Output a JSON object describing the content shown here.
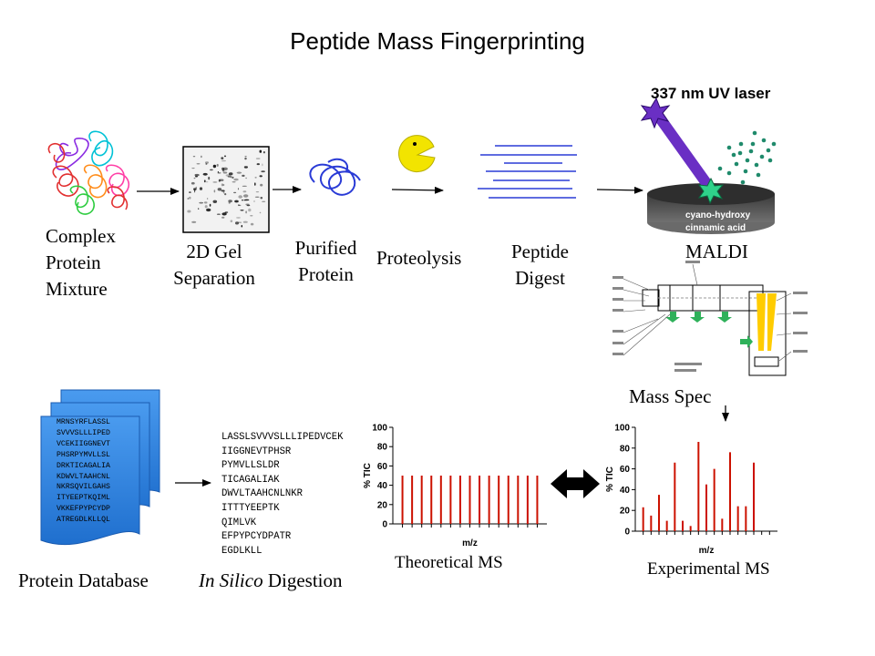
{
  "title": "Peptide Mass Fingerprinting",
  "workflow": {
    "complex": [
      "Complex",
      "Protein",
      "Mixture"
    ],
    "gel": [
      "2D Gel",
      "Separation"
    ],
    "purified": [
      "Purified",
      "Protein"
    ],
    "proteolysis": "Proteolysis",
    "digest": [
      "Peptide",
      "Digest"
    ],
    "maldi": "MALDI",
    "laser": "337 nm UV laser",
    "matrix": "cyano-hydroxy cinnamic acid",
    "mass_spec": "Mass Spec"
  },
  "database": {
    "label": "Protein Database",
    "sequence": [
      "MRNSYRFLASSL",
      "SVVVSLLLIPED",
      "VCEKIIGGNEVT",
      "PHSRPYMVLLSL",
      "DRKTICAGALIA",
      "KDWVLTAAHCNL",
      "NKRSQVILGAHS",
      "ITYEEPTKQIML",
      "VKKEFPYPCYDP",
      "ATREGDLKLLQL"
    ]
  },
  "digestion": {
    "label_italic": "In Silico",
    "label_rest": " Digestion",
    "peptides": [
      "LASSLSVVVSLLLIPEDVCEK",
      "IIGGNEVTPHSR",
      "PYMVLLSLDR",
      "TICAGALIAK",
      "DWVLTAAHCNLNKR",
      "ITTTYEEPTK",
      "QIMLVK",
      "EFPYPCYDPATR",
      "EGDLKLL"
    ]
  },
  "colors": {
    "peak": "#cc1100",
    "laser_beam": "#6a2fc4",
    "dots": "#1f8a6b",
    "plate": "#555555",
    "database_sheet": "#2f7fd8"
  },
  "chart_data": [
    {
      "type": "bar",
      "title": "Theoretical MS",
      "xlabel": "m/z",
      "ylabel": "% TIC",
      "ylim": [
        0,
        100
      ],
      "yticks": [
        0,
        20,
        40,
        60,
        80,
        100
      ],
      "x": [
        1,
        2,
        3,
        4,
        5,
        6,
        7,
        8,
        9,
        10,
        11,
        12,
        13,
        14,
        15
      ],
      "values": [
        50,
        50,
        50,
        50,
        50,
        50,
        50,
        50,
        50,
        50,
        50,
        50,
        50,
        50,
        50
      ]
    },
    {
      "type": "bar",
      "title": "Experimental MS",
      "xlabel": "m/z",
      "ylabel": "% TIC",
      "ylim": [
        0,
        100
      ],
      "yticks": [
        0,
        20,
        40,
        60,
        80,
        100
      ],
      "x": [
        1,
        2,
        3,
        4,
        5,
        6,
        7,
        8,
        9,
        10,
        11,
        12,
        13,
        14,
        15,
        16,
        17
      ],
      "values": [
        23,
        15,
        35,
        10,
        66,
        10,
        5,
        86,
        45,
        60,
        12,
        76,
        24,
        24,
        66,
        0,
        0
      ]
    }
  ]
}
